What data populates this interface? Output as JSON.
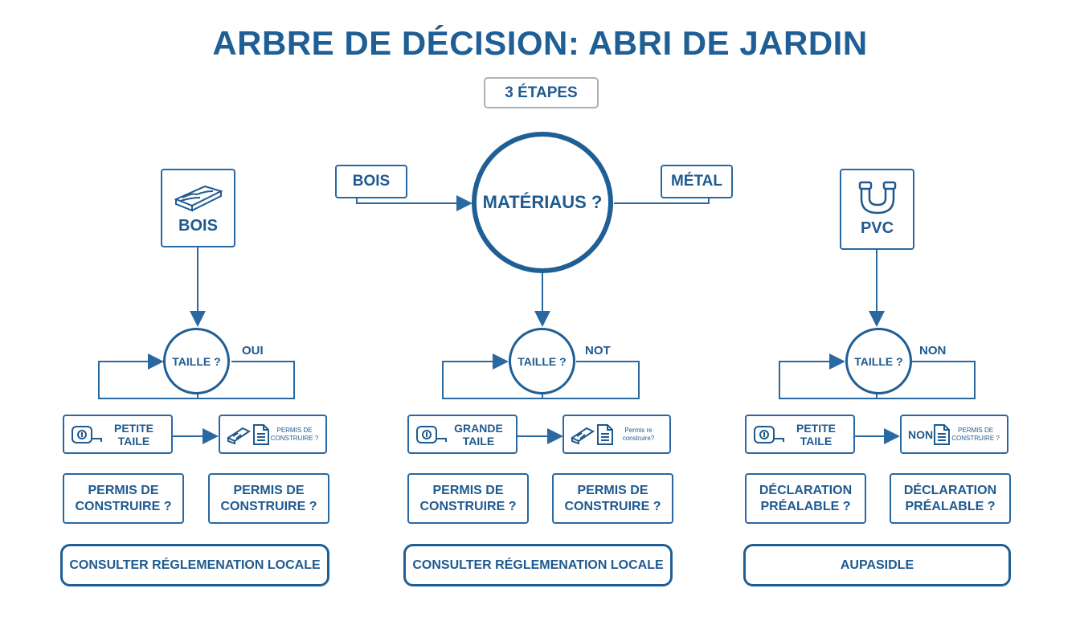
{
  "title": "ARBRE DE DÉCISION: ABRI DE JARDIN",
  "steps_badge": "3 ÉTAPES",
  "center": {
    "question": "MATÉRIAUS ?",
    "left_input": "BOIS",
    "right_input": "MÉTAL"
  },
  "branches": [
    {
      "material": "BOIS",
      "material_icon": "wood-plank-icon",
      "size_question": "TAILLE ?",
      "answer": "OUI",
      "size_option": "PETITE TAILE",
      "permit_prefix": "",
      "permit_small": "PERMIS DE CONSTRUIRE ?",
      "outcome_left": "PERMIS DE CONSTRUIRE ?",
      "outcome_right": "PERMIS DE CONSTRUIRE ?",
      "final": "CONSULTER RÉGLEMENATION LOCALE"
    },
    {
      "material": "",
      "material_icon": "",
      "size_question": "TAILLE ?",
      "answer": "NOT",
      "size_option": "GRANDE TAILE",
      "permit_prefix": "",
      "permit_small": "Permis re construire?",
      "outcome_left": "PERMIS DE CONSTRUIRE ?",
      "outcome_right": "PERMIS DE CONSTRUIRE ?",
      "final": "CONSULTER RÉGLEMENATION LOCALE"
    },
    {
      "material": "PVC",
      "material_icon": "pipe-icon",
      "size_question": "TAILLE ?",
      "answer": "NON",
      "size_option": "PETITE TAILE",
      "permit_prefix": "NON",
      "permit_small": "PERMIS DE CONSTRUIRE ?",
      "outcome_left": "DÉCLARATION PRÉALABLE ?",
      "outcome_right": "DÉCLARATION PRÉALABLE ?",
      "final": "AUPASIDLE"
    }
  ],
  "colors": {
    "primary": "#1f5f95",
    "line": "#2a68a1",
    "badge_border": "#a9b2bb"
  }
}
